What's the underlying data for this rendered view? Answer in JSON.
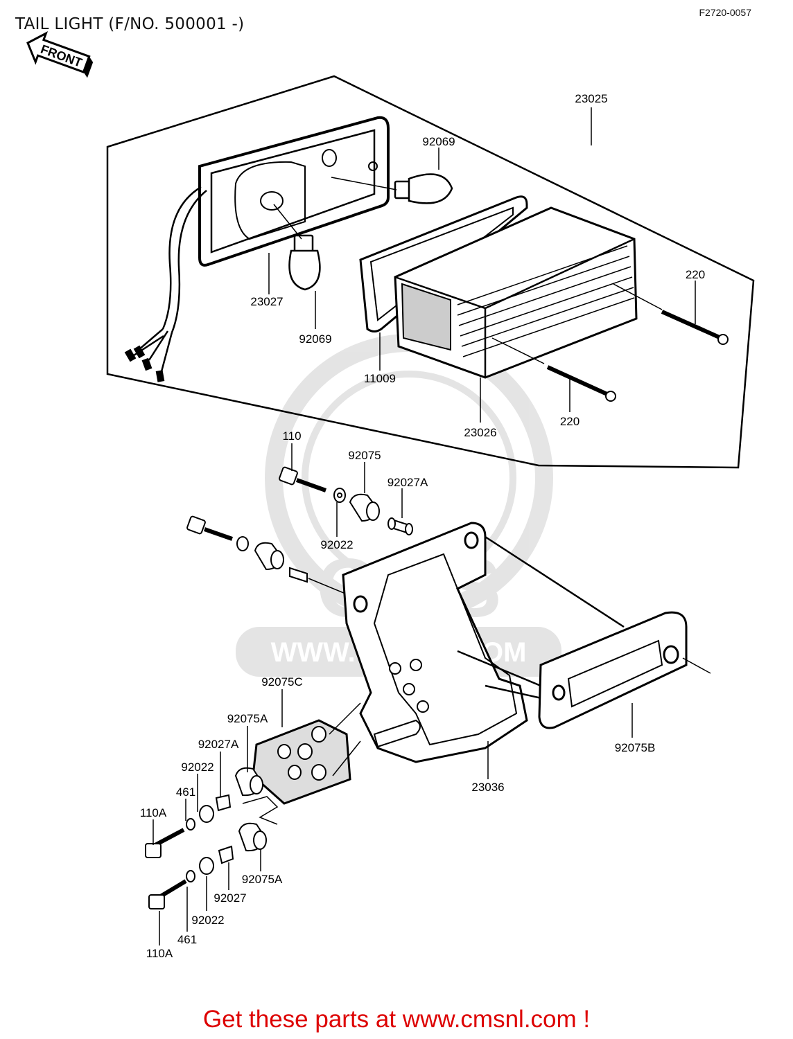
{
  "header": {
    "title": "TAIL LIGHT (F/NO. 500001 -)",
    "diagram_code": "F2720-0057",
    "front_label": "FRONT"
  },
  "watermark": {
    "text": "WWW.CMSNL.COM",
    "logo_text": "CMS"
  },
  "footer": {
    "text": "Get these parts at www.cmsnl.com !",
    "color": "#dd0000"
  },
  "callouts": [
    {
      "id": "c-23025",
      "label": "23025"
    },
    {
      "id": "c-92069-top",
      "label": "92069"
    },
    {
      "id": "c-220-right",
      "label": "220"
    },
    {
      "id": "c-23027",
      "label": "23027"
    },
    {
      "id": "c-92069-bottom",
      "label": "92069"
    },
    {
      "id": "c-11009",
      "label": "11009"
    },
    {
      "id": "c-23026",
      "label": "23026"
    },
    {
      "id": "c-220-bottom",
      "label": "220"
    },
    {
      "id": "c-110",
      "label": "110"
    },
    {
      "id": "c-92075",
      "label": "92075"
    },
    {
      "id": "c-92027A-top",
      "label": "92027A"
    },
    {
      "id": "c-92022-top",
      "label": "92022"
    },
    {
      "id": "c-92075C",
      "label": "92075C"
    },
    {
      "id": "c-92075A-upper",
      "label": "92075A"
    },
    {
      "id": "c-92027A-mid",
      "label": "92027A"
    },
    {
      "id": "c-92022-mid",
      "label": "92022"
    },
    {
      "id": "c-461-upper",
      "label": "461"
    },
    {
      "id": "c-110A-upper",
      "label": "110A"
    },
    {
      "id": "c-92075B",
      "label": "92075B"
    },
    {
      "id": "c-23036",
      "label": "23036"
    },
    {
      "id": "c-92075A-lower",
      "label": "92075A"
    },
    {
      "id": "c-92027",
      "label": "92027"
    },
    {
      "id": "c-92022-lower",
      "label": "92022"
    },
    {
      "id": "c-461-lower",
      "label": "461"
    },
    {
      "id": "c-110A-lower",
      "label": "110A"
    }
  ]
}
